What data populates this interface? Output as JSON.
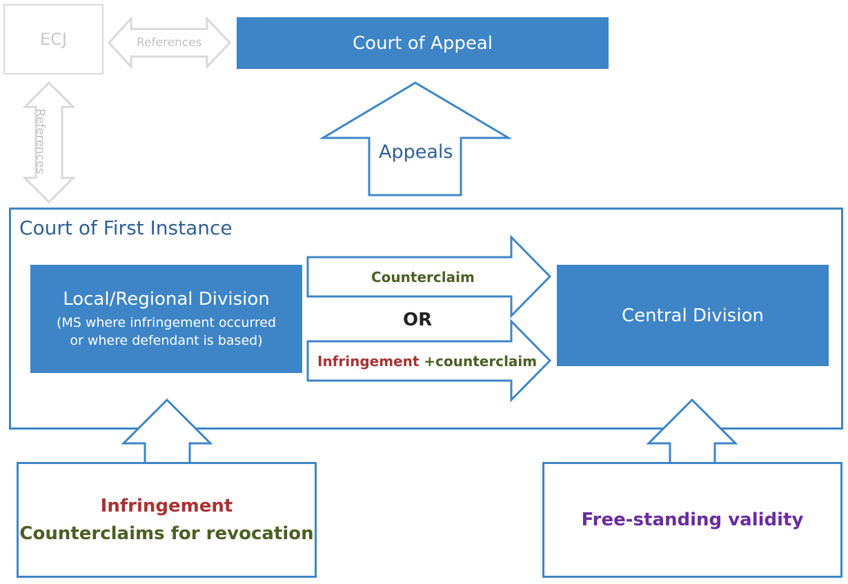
{
  "ecj": {
    "label": "ECJ"
  },
  "references_horizontal": "References",
  "references_vertical": "References",
  "court_of_appeal": "Court of Appeal",
  "appeals": "Appeals",
  "court_of_first_instance": {
    "title": "Court of First Instance",
    "local_regional": {
      "title": "Local/Regional Division",
      "subtitle_line1": "(MS where infringement occurred",
      "subtitle_line2": "or where defendant is based)"
    },
    "central": {
      "title": "Central Division"
    },
    "counterclaim": "Counterclaim",
    "or": "OR",
    "infringement": "Infringement",
    "plus_counterclaim": "+counterclaim"
  },
  "inputs": {
    "left_line1": "Infringement",
    "left_line2": "Counterclaims for revocation",
    "right": "Free-standing validity"
  },
  "colors": {
    "blue": "#3d85c6",
    "dark_blue_text": "#2e5f94",
    "grey": "#d9d9d9",
    "red": "#a83232",
    "green": "#4a5f24",
    "purple": "#6a2ba0"
  }
}
